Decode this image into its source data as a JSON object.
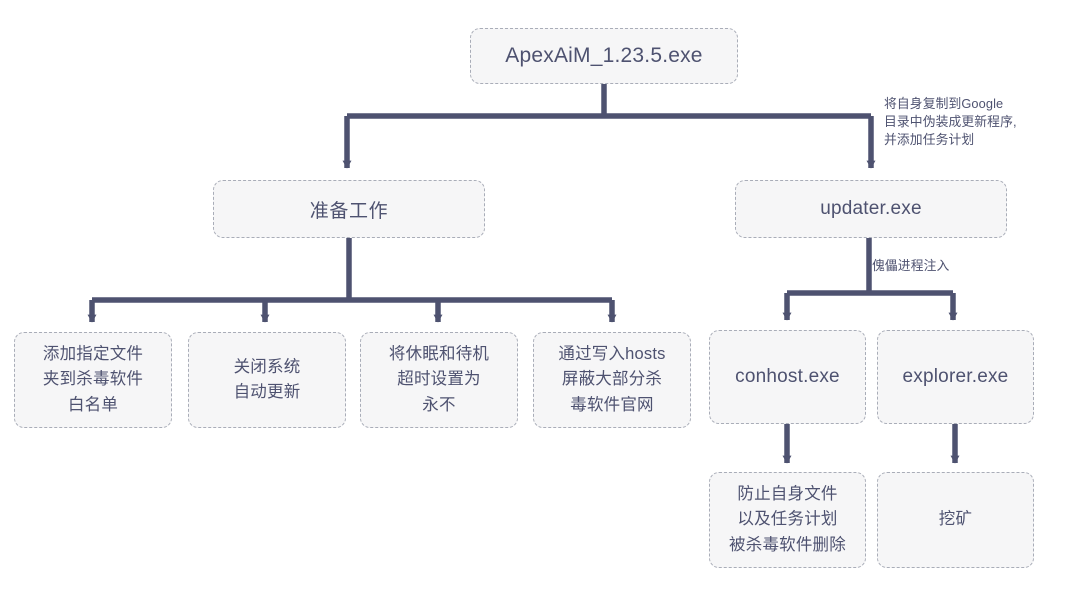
{
  "diagram": {
    "title": "ApexAiM_1.23.5.exe execution flow",
    "colors": {
      "node_fill": "#f6f6f7",
      "node_border": "#a9adb8",
      "text": "#4e5270",
      "edge": "#4e5270",
      "background": "#ffffff"
    },
    "nodes": {
      "root": {
        "label": "ApexAiM_1.23.5.exe"
      },
      "prep": {
        "label": "准备工作"
      },
      "updater": {
        "label": "updater.exe"
      },
      "prep_children": [
        {
          "label": "添加指定文件\n夹到杀毒软件\n白名单"
        },
        {
          "label": "关闭系统\n自动更新"
        },
        {
          "label": "将休眠和待机\n超时设置为\n永不"
        },
        {
          "label": "通过写入hosts\n屏蔽大部分杀\n毒软件官网"
        }
      ],
      "conhost": {
        "label": "conhost.exe"
      },
      "explorer": {
        "label": "explorer.exe"
      },
      "conhost_child": {
        "label": "防止自身文件\n以及任务计划\n被杀毒软件删除"
      },
      "explorer_child": {
        "label": "挖矿"
      }
    },
    "edge_notes": {
      "to_updater": "将自身复制到Google\n目录中伪装成更新程序,\n并添加任务计划",
      "to_injected": "傀儡进程注入"
    }
  }
}
